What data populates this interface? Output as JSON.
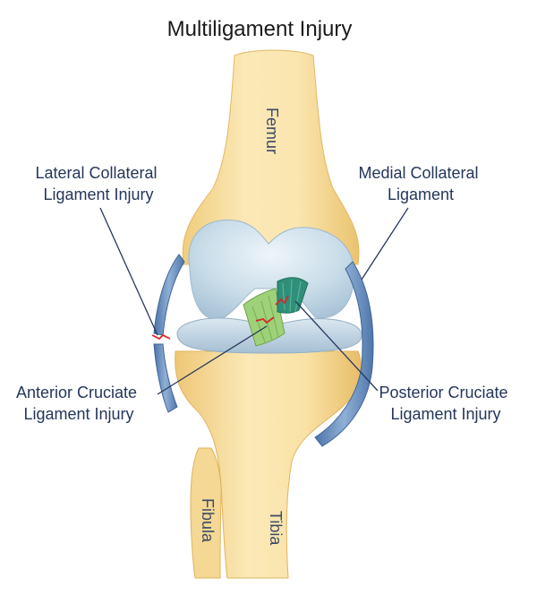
{
  "title": "Multiligament Injury",
  "labels": {
    "lcl": [
      "Lateral Collateral",
      "Ligament Injury"
    ],
    "mcl": [
      "Medial Collateral",
      "Ligament"
    ],
    "acl": [
      "Anterior Cruciate",
      "Ligament Injury"
    ],
    "pcl": [
      "Posterior Cruciate",
      "Ligament Injury"
    ]
  },
  "bones": {
    "femur": "Femur",
    "tibia": "Tibia",
    "fibula": "Fibula"
  },
  "colors": {
    "bone": "#f7dfa0",
    "cartilage": "#c8dce8",
    "ligament_blue": "#5f86b8",
    "acl_green": "#9fd07a",
    "pcl_teal": "#2f8f78",
    "injury_red": "#d8262a",
    "label_text": "#24365a"
  }
}
